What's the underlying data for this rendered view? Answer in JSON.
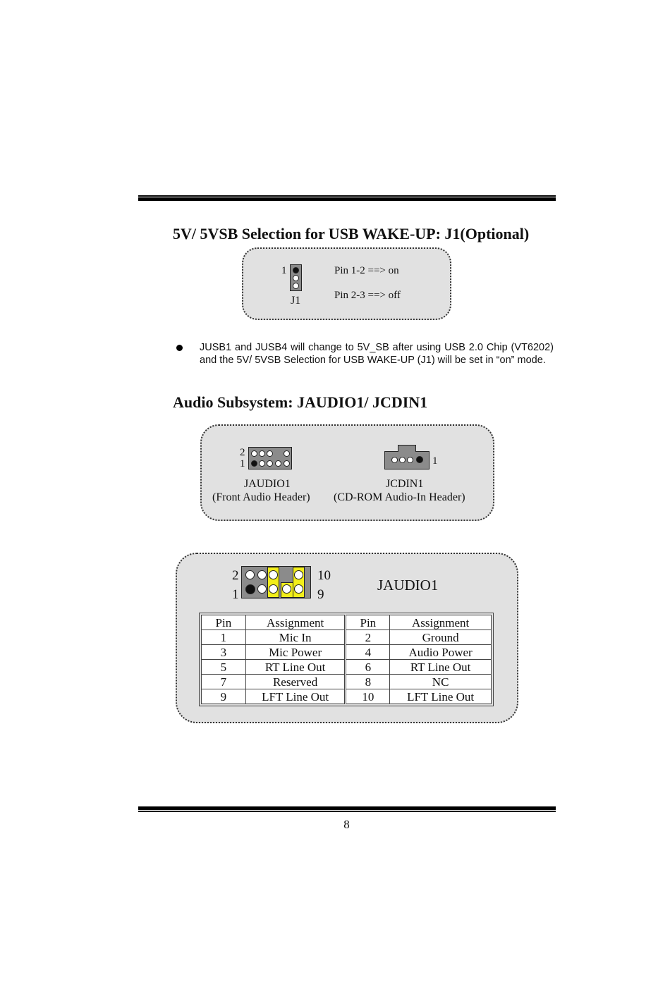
{
  "section1": {
    "heading": "5V/ 5VSB Selection for USB WAKE-UP: J1(Optional)",
    "pin_one_label": "1",
    "jumper_label": "J1",
    "settings": [
      "Pin 1-2 ==>  on",
      "Pin 2-3  ==> off"
    ]
  },
  "note": {
    "text": "JUSB1 and JUSB4 will change to 5V_SB after using USB 2.0 Chip (VT6202) and the 5V/ 5VSB Selection for USB WAKE-UP (J1) will be set in “on” mode."
  },
  "section2": {
    "heading": "Audio Subsystem: JAUDIO1/ JCDIN1",
    "jaudio": {
      "row2_label": "2",
      "row1_label": "1",
      "name": "JAUDIO1",
      "desc": "(Front  Audio Header)"
    },
    "jcdin": {
      "pin_label": "1",
      "name": "JCDIN1",
      "desc": "(CD-ROM Audio-In Header)"
    }
  },
  "section3": {
    "title": "JAUDIO1",
    "left_top": "2",
    "left_bottom": "1",
    "right_top": "10",
    "right_bottom": "9",
    "highlight_color": "#f2ee1a",
    "table": {
      "headers": [
        "Pin",
        "Assignment",
        "Pin",
        "Assignment"
      ],
      "rows": [
        [
          "1",
          "Mic In",
          "2",
          "Ground"
        ],
        [
          "3",
          "Mic Power",
          "4",
          "Audio Power"
        ],
        [
          "5",
          "RT Line Out",
          "6",
          "RT Line Out"
        ],
        [
          "7",
          "Reserved",
          "8",
          "NC"
        ],
        [
          "9",
          "LFT Line Out",
          "10",
          "LFT Line Out"
        ]
      ]
    }
  },
  "page_number": "8"
}
